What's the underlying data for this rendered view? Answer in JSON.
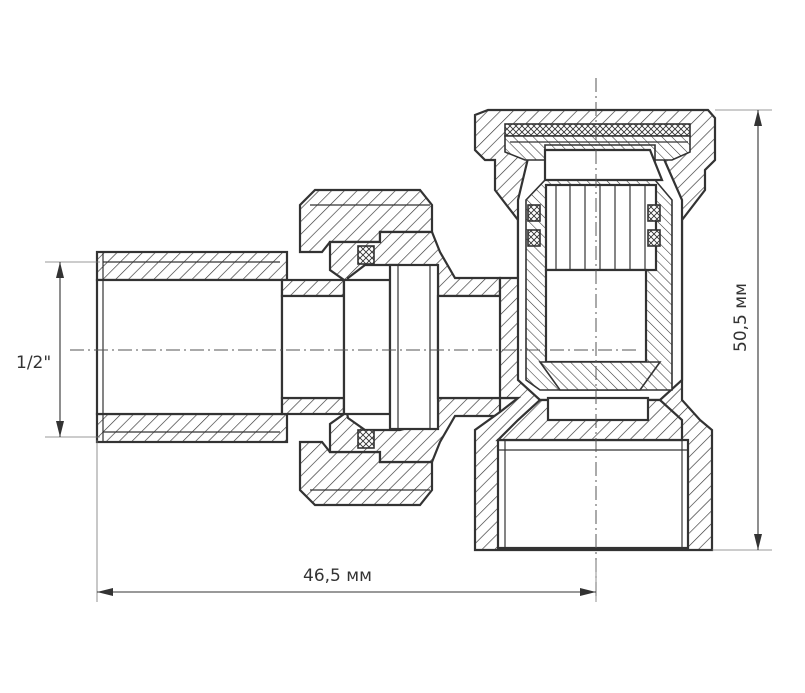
{
  "dimensions": {
    "thread_size": "1/2\"",
    "horizontal_length": "46,5 мм",
    "vertical_height": "50,5 мм"
  },
  "colors": {
    "line": "#333333",
    "background": "#ffffff"
  }
}
